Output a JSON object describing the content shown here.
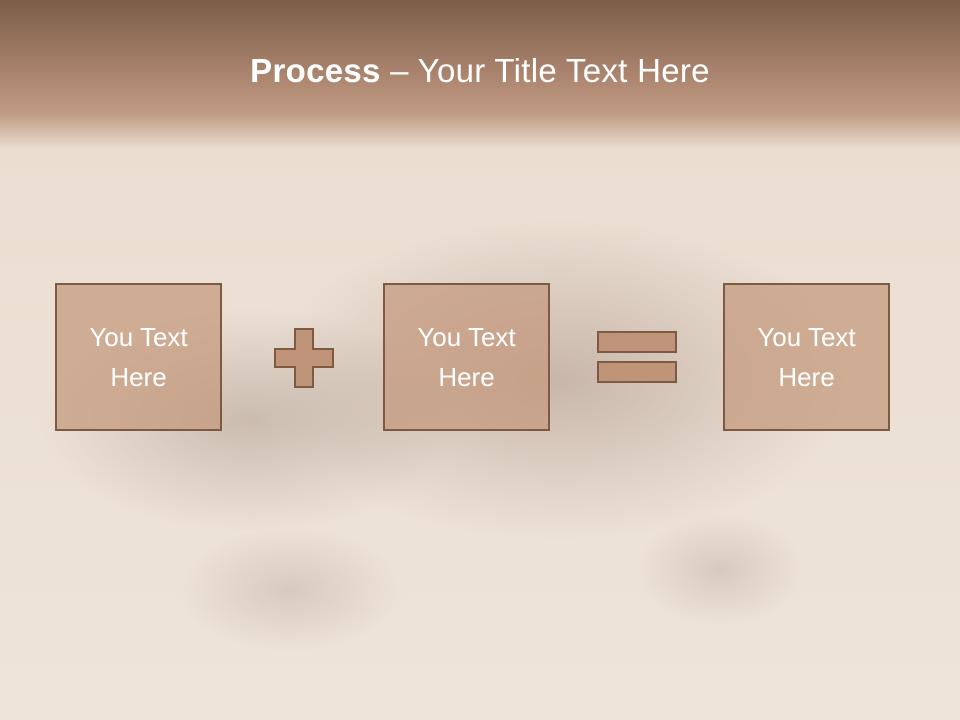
{
  "slide": {
    "title_bold": "Process",
    "title_rest": " – Your Title Text Here"
  },
  "boxes": [
    {
      "text": "You Text Here"
    },
    {
      "text": "You Text Here"
    },
    {
      "text": "You Text Here"
    }
  ],
  "colors": {
    "box_fill": "#c4987c",
    "box_border": "#7c5a44",
    "title_band": "#a6806a",
    "text": "#ffffff"
  }
}
